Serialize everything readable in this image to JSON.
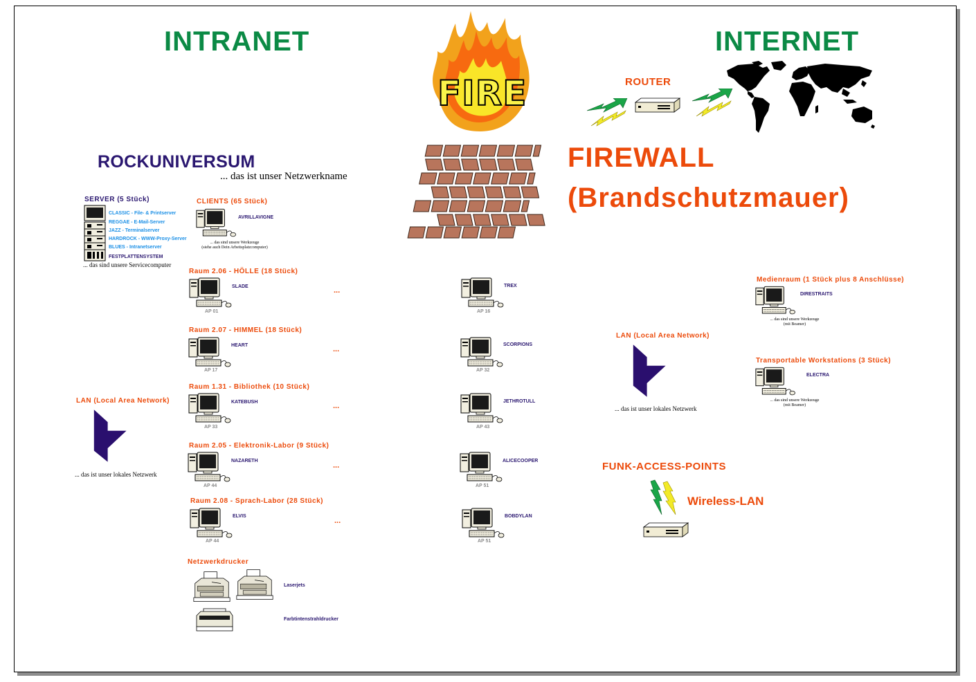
{
  "headings": {
    "intranet": "INTRANET",
    "internet": "INTERNET",
    "fire": "FIRE",
    "router": "ROUTER",
    "firewall": "FIREWALL",
    "firewall_sub": "(Brandschutzmauer)",
    "network_name": "ROCKUNIVERSUM",
    "network_caption": "... das ist unser Netzwerkname"
  },
  "servers": {
    "title": "SERVER (5 Stück)",
    "items": [
      "CLASSIC - File- & Printserver",
      "REGGAE - E-Mail-Server",
      "JAZZ - Terminalserver",
      "HARDROCK - WWW-Proxy-Server",
      "BLUES - Intranetserver"
    ],
    "storage": "FESTPLATTENSYSTEM",
    "caption": "... das sind unsere Servicecomputer"
  },
  "clients": {
    "title": "CLIENTS (65 Stück)",
    "name": "AVRILLAVIGNE",
    "caption_1": "... das sind unsere Werkzeuge",
    "caption_2": "(siehe auch Dein Arbeitsplatzcomputer)"
  },
  "rooms": [
    {
      "title": "Raum 2.06 - HÖLLE (18 Stück)",
      "first_name": "SLADE",
      "first_ap": "AP 01",
      "dots": "...",
      "last_name": "TREX",
      "last_ap": "AP 16"
    },
    {
      "title": "Raum 2.07 - HIMMEL (18 Stück)",
      "first_name": "HEART",
      "first_ap": "AP 17",
      "dots": "...",
      "last_name": "SCORPIONS",
      "last_ap": "AP 32"
    },
    {
      "title": "Raum 1.31 - Bibliothek (10 Stück)",
      "first_name": "KATEBUSH",
      "first_ap": "AP 33",
      "dots": "...",
      "last_name": "JETHROTULL",
      "last_ap": "AP 43"
    },
    {
      "title": "Raum 2.05 - Elektronik-Labor (9 Stück)",
      "first_name": "NAZARETH",
      "first_ap": "AP 44",
      "dots": "...",
      "last_name": "ALICECOOPER",
      "last_ap": "AP 51"
    },
    {
      "title": "Raum 2.08 - Sprach-Labor (28 Stück)",
      "first_name": "ELVIS",
      "first_ap": "AP 44",
      "dots": "...",
      "last_name": "BOBDYLAN",
      "last_ap": "AP 51"
    }
  ],
  "lan_left": {
    "title": "LAN (Local Area Network)",
    "caption": "... das ist unser lokales Netzwerk"
  },
  "lan_right": {
    "title": "LAN (Local Area Network)",
    "caption": "... das ist unser lokales Netzwerk"
  },
  "printers": {
    "title": "Netzwerkdrucker",
    "laser": "Laserjets",
    "inkjet": "Farbtintenstrahldrucker"
  },
  "media_room": {
    "title": "Medienraum (1 Stück plus 8 Anschlüsse)",
    "name": "DIRESTRAITS",
    "caption_1": "... das sind unsere Werkzeuge",
    "caption_2": "(mit Beamer)"
  },
  "portable": {
    "title": "Transportable Workstations (3 Stück)",
    "name": "ELECTRA",
    "caption_1": "... das sind unsere Werkzeuge",
    "caption_2": "(mit Beamer)"
  },
  "wireless": {
    "title": "FUNK-ACCESS-POINTS",
    "label": "Wireless-LAN"
  },
  "colors": {
    "green": "#0b8a45",
    "orange": "#ec4a0a",
    "purple": "#2a1770",
    "blue": "#1a8fe6",
    "brick": "#b8755c"
  },
  "icons": [
    "fire-icon",
    "brick-wall-icon",
    "world-map-icon",
    "router-icon",
    "computer-icon",
    "lightning-icon",
    "lan-symbol-icon",
    "laser-printer-icon",
    "inkjet-printer-icon",
    "access-point-icon"
  ]
}
